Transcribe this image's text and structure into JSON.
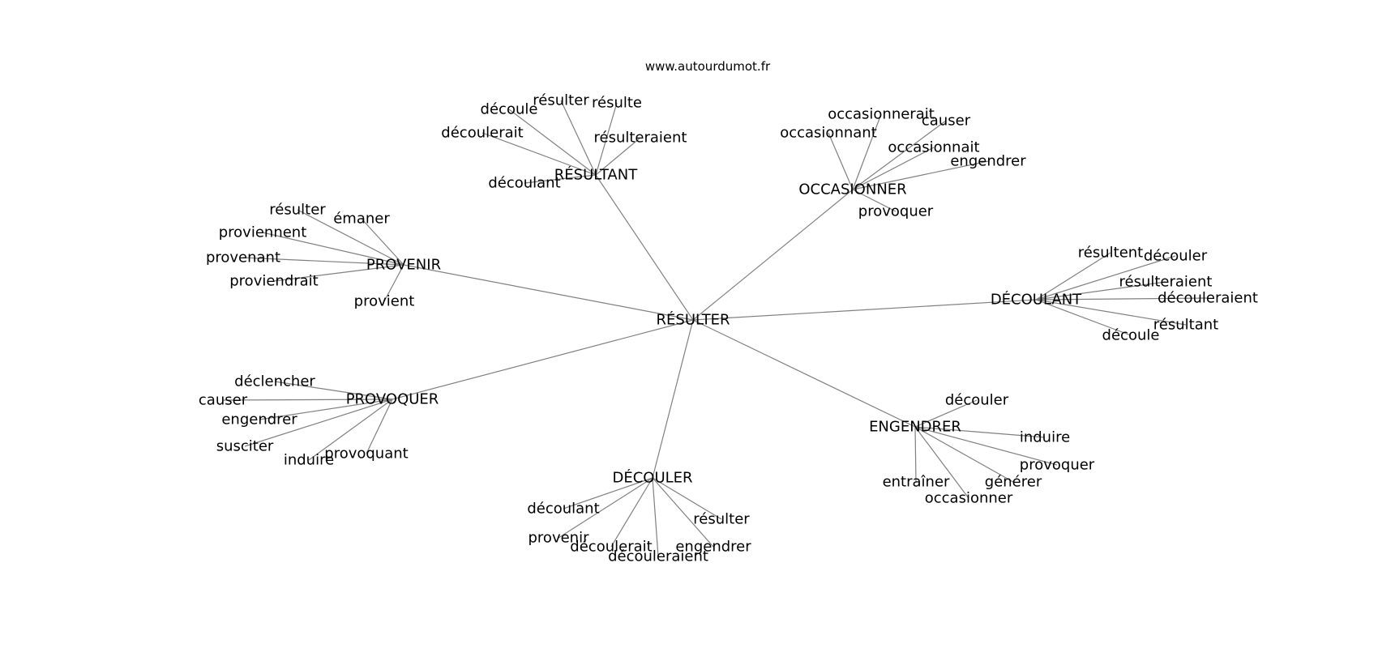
{
  "site": "www.autourdumot.fr",
  "center": {
    "id": "resulter",
    "label": "RÉSULTER"
  },
  "hubs": [
    {
      "id": "resultant",
      "label": "RÉSULTANT",
      "leaves": [
        "découle",
        "résulter",
        "résulte",
        "découlerait",
        "résulteraient",
        "découlant"
      ]
    },
    {
      "id": "occasionner",
      "label": "OCCASIONNER",
      "leaves": [
        "occasionnerait",
        "causer",
        "occasionnant",
        "occasionnait",
        "engendrer",
        "provoquer"
      ]
    },
    {
      "id": "provenir",
      "label": "PROVENIR",
      "leaves": [
        "résulter",
        "émaner",
        "proviennent",
        "provenant",
        "proviendrait",
        "provient"
      ]
    },
    {
      "id": "decoulant",
      "label": "DÉCOULANT",
      "leaves": [
        "résultent",
        "découler",
        "résulteraient",
        "découleraient",
        "résultant",
        "découle"
      ]
    },
    {
      "id": "provoquer",
      "label": "PROVOQUER",
      "leaves": [
        "déclencher",
        "causer",
        "engendrer",
        "susciter",
        "induire",
        "provoquant"
      ]
    },
    {
      "id": "engendrer",
      "label": "ENGENDRER",
      "leaves": [
        "découler",
        "induire",
        "provoquer",
        "entraîner",
        "générer",
        "occasionner"
      ]
    },
    {
      "id": "decouler",
      "label": "DÉCOULER",
      "leaves": [
        "découlant",
        "résulter",
        "provenir",
        "découlerait",
        "engendrer",
        "découleraient"
      ]
    }
  ]
}
